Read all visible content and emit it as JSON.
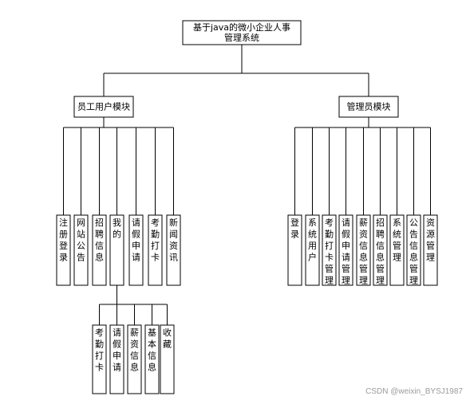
{
  "title": {
    "lines": [
      "基于java的微小企业人事",
      "管理系统"
    ]
  },
  "branches": [
    {
      "label": "员工用户模块",
      "children": [
        {
          "label": "注册登录"
        },
        {
          "label": "网站公告"
        },
        {
          "label": "招聘信息"
        },
        {
          "label": "我的",
          "children": [
            {
              "label": "考勤打卡"
            },
            {
              "label": "请假申请"
            },
            {
              "label": "薪资信息"
            },
            {
              "label": "基本信息"
            },
            {
              "label": "收藏"
            }
          ]
        },
        {
          "label": "请假申请"
        },
        {
          "label": "考勤打卡"
        },
        {
          "label": "新闻资讯"
        }
      ]
    },
    {
      "label": "管理员模块",
      "children": [
        {
          "label": "登录"
        },
        {
          "label": "系统用户"
        },
        {
          "label": "考勤打卡管理"
        },
        {
          "label": "请假申请管理"
        },
        {
          "label": "薪资信息管理"
        },
        {
          "label": "招聘信息管理"
        },
        {
          "label": "系统管理"
        },
        {
          "label": "公告信息管理"
        },
        {
          "label": "资源管理"
        }
      ]
    }
  ],
  "watermark": "CSDN @weixin_BYSJ1987"
}
